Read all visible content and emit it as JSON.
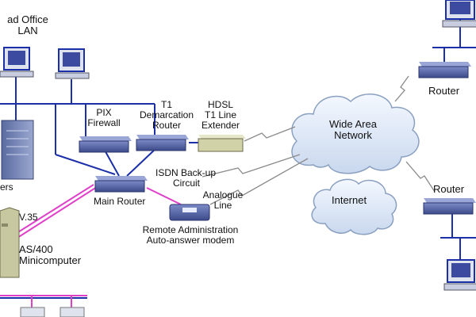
{
  "labels": {
    "head_office_line1": "ad Office",
    "head_office_line2": "LAN",
    "servers_partial": "ers",
    "pix_line1": "PIX",
    "pix_line2": "Firewall",
    "t1_line1": "T1",
    "t1_line2": "Demarcation",
    "t1_line3": "Router",
    "hdsl_line1": "HDSL",
    "hdsl_line2": "T1 Line",
    "hdsl_line3": "Extender",
    "wan_line1": "Wide Area",
    "wan_line2": "Network",
    "internet": "Internet",
    "router_top": "Router",
    "router_right": "Router",
    "isdn_line1": "ISDN Back-up",
    "isdn_line2": "Circuit",
    "analogue_line1": "Analogue",
    "analogue_line2": "Line",
    "main_router": "Main Router",
    "remote_line1": "Remote Administration",
    "remote_line2": "Auto-answer modem",
    "v35": "V.35",
    "as400_line1": "AS/400",
    "as400_line2": "Minicomputer"
  },
  "colors": {
    "lan_line": "#1a2fa8",
    "pink_line": "#e040c8",
    "router_fill": "#5a6aa8",
    "cloud_fill": "#dde8f5",
    "cloud_stroke": "#8aa0c0"
  },
  "icons": {
    "pc": "desktop-computer-icon",
    "router": "router-icon",
    "server": "tower-server-icon",
    "modem": "modem-icon",
    "extender": "line-extender-icon",
    "cloud": "cloud-icon",
    "minicomputer": "minicomputer-icon"
  }
}
